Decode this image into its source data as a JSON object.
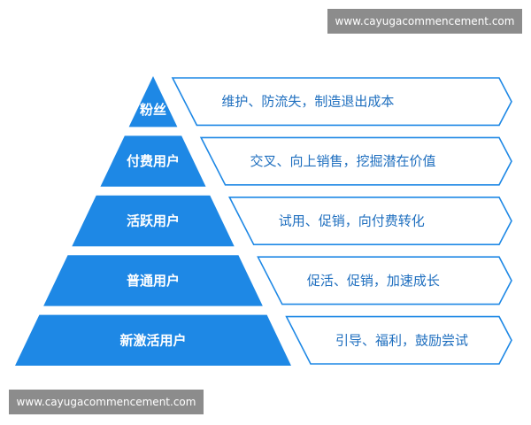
{
  "watermark": {
    "top": "www.cayugacommencement.com",
    "bottom": "www.cayugacommencement.com"
  },
  "colors": {
    "tier_fill": "#1e88e5",
    "arrow_stroke": "#1e88e5",
    "arrow_text": "#1f6fbf",
    "watermark_bg": "#8c8c8c"
  },
  "pyramid": {
    "tiers": [
      {
        "label": "粉丝",
        "description": "维护、防流失，制造退出成本"
      },
      {
        "label": "付费用户",
        "description": "交叉、向上销售，挖掘潜在价值"
      },
      {
        "label": "活跃用户",
        "description": "试用、促销，向付费转化"
      },
      {
        "label": "普通用户",
        "description": "促活、促销，加速成长"
      },
      {
        "label": "新激活用户",
        "description": "引导、福利，鼓励尝试"
      }
    ]
  }
}
